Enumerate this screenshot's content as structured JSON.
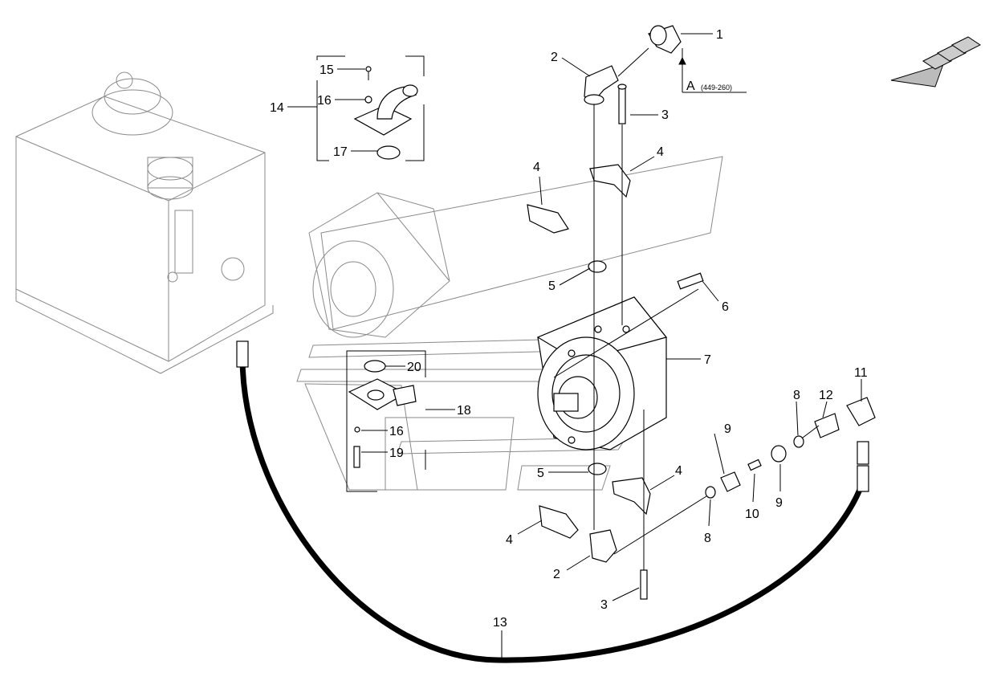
{
  "callouts": {
    "c1": "1",
    "c2a": "2",
    "c3a": "3",
    "c4a": "4",
    "c4b": "4",
    "c5a": "5",
    "c6": "6",
    "c7": "7",
    "c8a": "8",
    "c9a": "9",
    "c11": "11",
    "c12": "12",
    "c13": "13",
    "c14": "14",
    "c15": "15",
    "c16a": "16",
    "c17": "17",
    "c18": "18",
    "c16b": "16",
    "c19": "19",
    "c20": "20",
    "c5b": "5",
    "c4c": "4",
    "c4d": "4",
    "c9b": "9",
    "c10": "10",
    "c8b": "8",
    "c2b": "2",
    "c3b": "3"
  },
  "reference": {
    "letter": "A",
    "code": "(449-260)"
  }
}
